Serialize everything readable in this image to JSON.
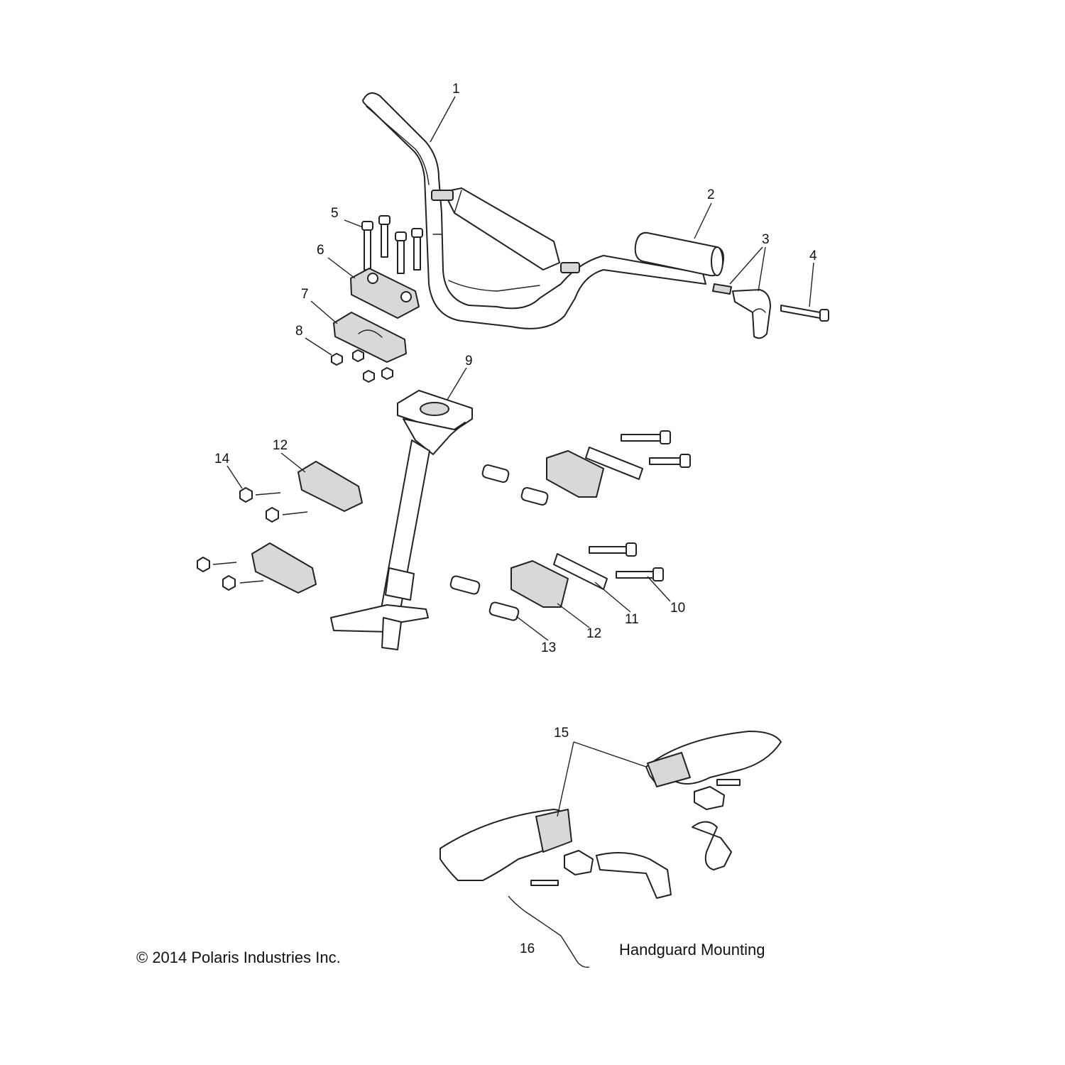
{
  "callouts": {
    "c1": "1",
    "c2": "2",
    "c3": "3",
    "c4": "4",
    "c5": "5",
    "c6": "6",
    "c7": "7",
    "c8": "8",
    "c9": "9",
    "c10": "10",
    "c11": "11",
    "c12a": "12",
    "c12b": "12",
    "c13": "13",
    "c14": "14",
    "c15": "15",
    "c16": "16"
  },
  "copyright": "© 2014 Polaris Industries Inc.",
  "handguard_label": "Handguard Mounting"
}
